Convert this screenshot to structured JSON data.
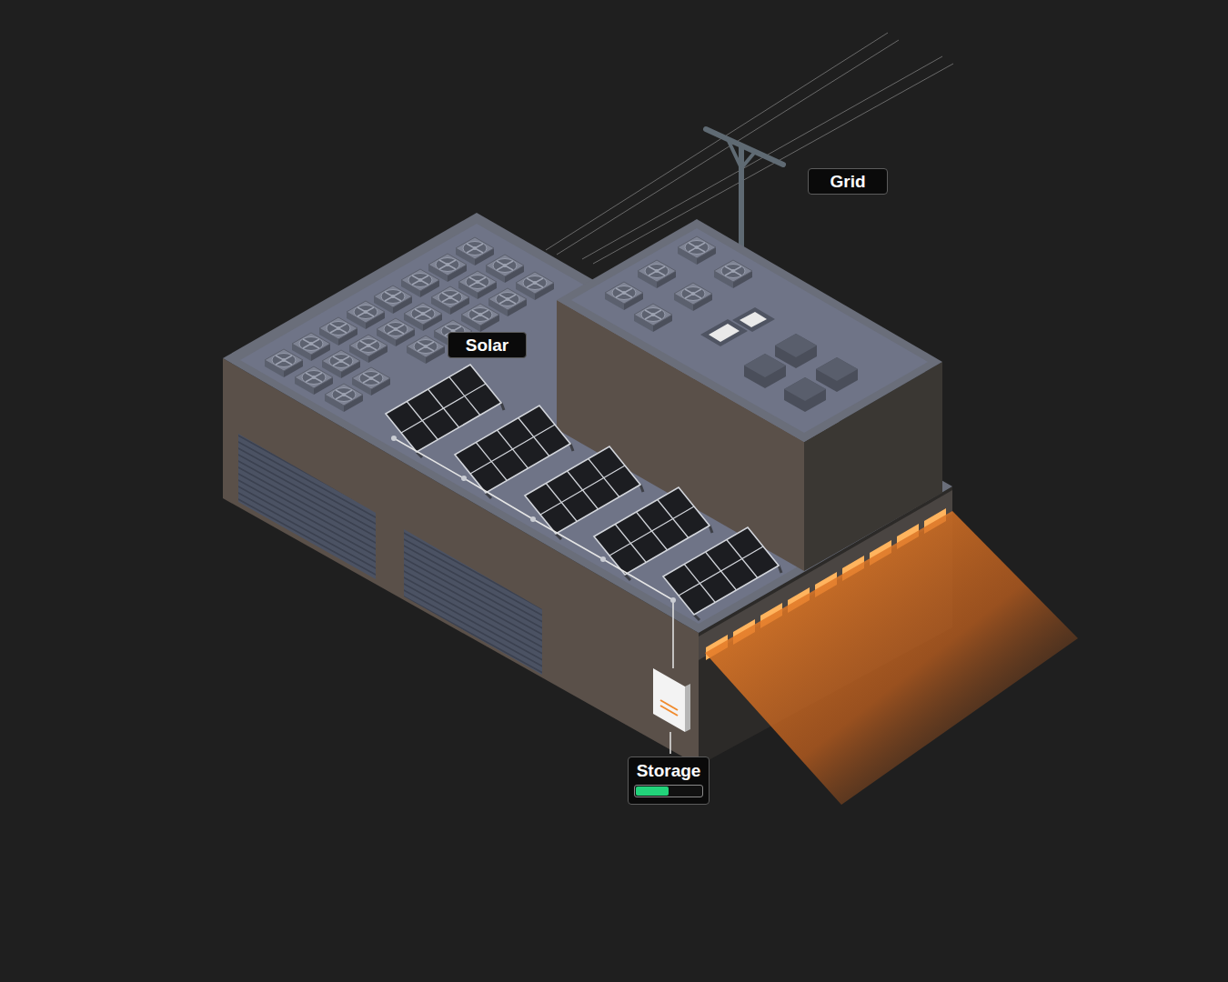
{
  "diagram": {
    "nodes": [
      {
        "text": [
          "Grid"
        ]
      },
      {
        "text": [
          "Solar"
        ]
      },
      {
        "text": [
          "Storage"
        ]
      }
    ]
  }
}
